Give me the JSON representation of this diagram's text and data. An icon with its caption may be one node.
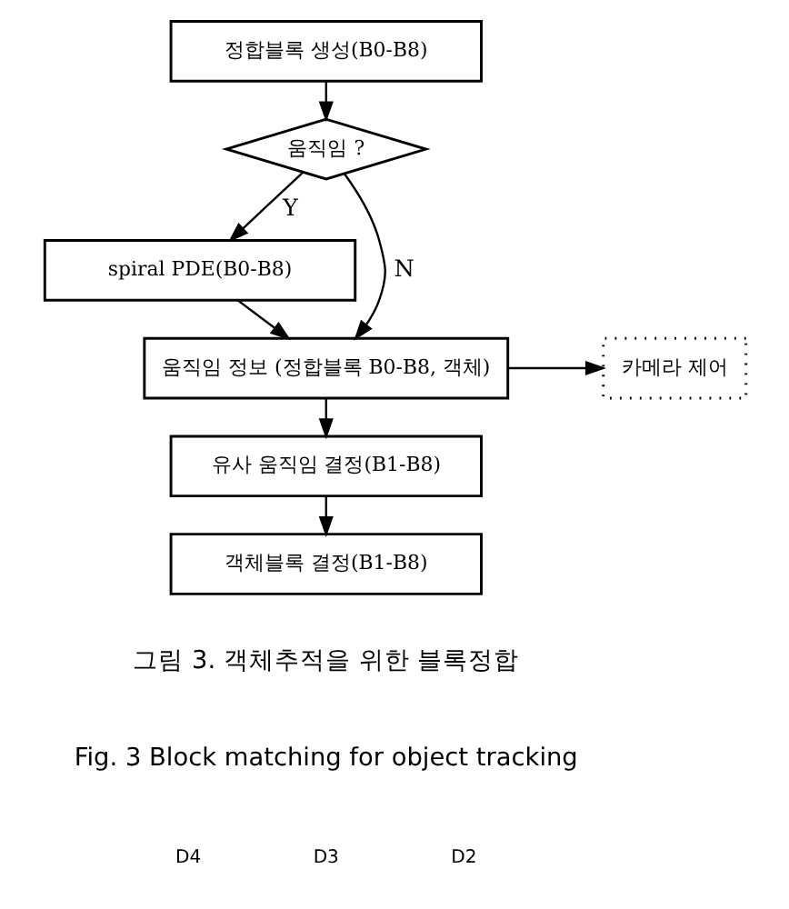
{
  "diagram": {
    "nodes": [
      {
        "text": [
          "정합블록 생성(B0-B8)"
        ]
      },
      {
        "text": [
          "움직임 ?"
        ]
      },
      {
        "text": [
          "spiral PDE(B0-B8)"
        ]
      },
      {
        "text": [
          "움직임 정보 (정합블록 B0-B8, 객체)"
        ]
      },
      {
        "text": [
          "카메라 제어"
        ]
      },
      {
        "text": [
          "유사 움직임 결정(B1-B8)"
        ]
      },
      {
        "text": [
          "객체블록 결정(B1-B8)"
        ]
      }
    ],
    "edges": [
      {
        "from": 0,
        "to": 1,
        "arrow": "to"
      },
      {
        "from": 1,
        "to": 2,
        "arrow": "to",
        "label": "Y"
      },
      {
        "from": 1,
        "to": 3,
        "arrow": "to",
        "label": "N"
      },
      {
        "from": 2,
        "to": 3,
        "arrow": "to"
      },
      {
        "from": 3,
        "to": 4,
        "arrow": "to"
      },
      {
        "from": 3,
        "to": 5,
        "arrow": "to"
      },
      {
        "from": 5,
        "to": 6,
        "arrow": "to"
      }
    ],
    "labels": [
      "그림 3. 객체추적을 위한 블록정합",
      "Fig. 3 Block matching for object tracking",
      "D4",
      "D3",
      "D2"
    ]
  }
}
